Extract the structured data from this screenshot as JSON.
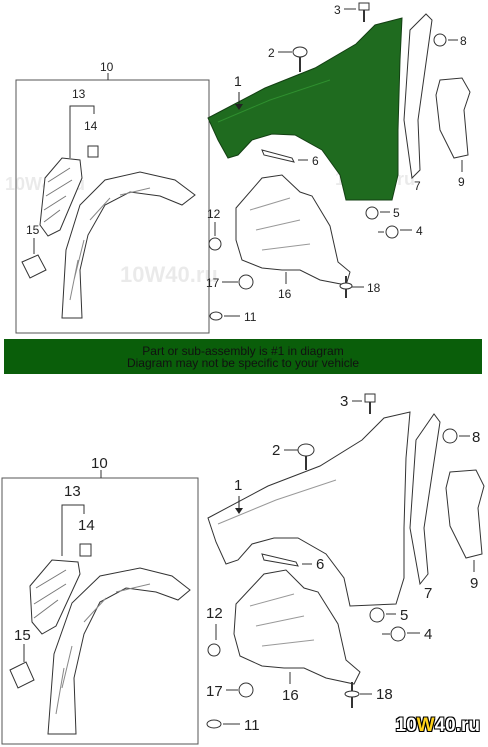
{
  "banner": {
    "line1": "Part or sub-assembly is #1 in diagram",
    "line2": "Diagram may not be specific to your vehicle"
  },
  "watermark": "10W40.ru",
  "logo": {
    "pre": "10",
    "mid": "W",
    "post": "40.ru"
  },
  "callouts": {
    "c1": "1",
    "c2": "2",
    "c3": "3",
    "c4": "4",
    "c5": "5",
    "c6": "6",
    "c7": "7",
    "c8": "8",
    "c9": "9",
    "c10": "10",
    "c11": "11",
    "c12": "12",
    "c13": "13",
    "c14": "14",
    "c15": "15",
    "c16": "16",
    "c17": "17",
    "c18": "18"
  },
  "colors": {
    "highlight_part": "#1f6b1f",
    "banner": "#0a5e0a",
    "line": "#333333"
  }
}
